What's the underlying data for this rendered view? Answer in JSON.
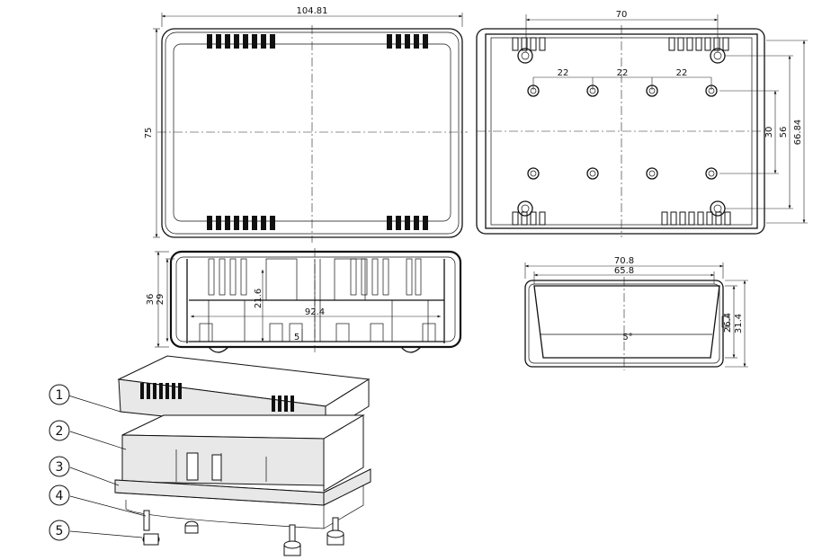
{
  "top_view": {
    "width_label": "104.81",
    "height_label": "75"
  },
  "bottom_view": {
    "width_label": "70",
    "spacing_labels": [
      "22",
      "22",
      "22"
    ],
    "height_labels": [
      "30",
      "56",
      "66.84"
    ]
  },
  "side_view": {
    "labels": [
      "36",
      "29",
      "21.6",
      "92.4",
      "5"
    ]
  },
  "end_view": {
    "labels": [
      "70.8",
      "65.8",
      "26.4",
      "31.4",
      "5°"
    ]
  },
  "exploded_view": {
    "callouts": [
      "1",
      "2",
      "3",
      "4",
      "5"
    ]
  }
}
